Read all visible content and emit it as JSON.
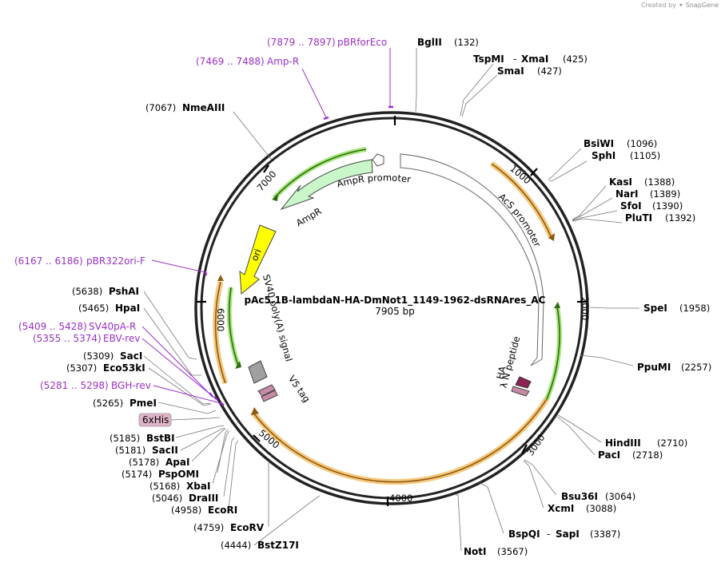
{
  "credit": {
    "prefix": "Created by",
    "brand": "SnapGene"
  },
  "plasmid": {
    "name": "pAc5.1B-lambdaN-HA-DmNot1_1149-1962-dsRNAres_AC",
    "length": "7905 bp",
    "length_bp": 7905
  },
  "ticks": [
    "1000",
    "2000",
    "3000",
    "4000",
    "5000",
    "6000",
    "7000"
  ],
  "features": [
    {
      "label": "AmpR promoter"
    },
    {
      "label": "AmpR"
    },
    {
      "label": "ori"
    },
    {
      "label": "SV40 poly(A) signal"
    },
    {
      "label": "V5 tag"
    },
    {
      "label": "AcS promoter"
    },
    {
      "label": "λ N peptide"
    },
    {
      "label": "HA"
    }
  ],
  "sites": [
    {
      "name": "BglII",
      "pos": "(132)"
    },
    {
      "name": "TspMI",
      "sep": "-",
      "name2": "XmaI",
      "pos": "(425)"
    },
    {
      "name": "SmaI",
      "pos": "(427)"
    },
    {
      "name": "BsiWI",
      "pos": "(1096)"
    },
    {
      "name": "SphI",
      "pos": "(1105)"
    },
    {
      "name": "KasI",
      "pos": "(1388)"
    },
    {
      "name": "NarI",
      "pos": "(1389)"
    },
    {
      "name": "SfoI",
      "pos": "(1390)"
    },
    {
      "name": "PluTI",
      "pos": "(1392)"
    },
    {
      "name": "SpeI",
      "pos": "(1958)"
    },
    {
      "name": "PpuMI",
      "pos": "(2257)"
    },
    {
      "name": "HindIII",
      "pos": "(2710)"
    },
    {
      "name": "PacI",
      "pos": "(2718)"
    },
    {
      "name": "Bsu36I",
      "pos": "(3064)"
    },
    {
      "name": "XcmI",
      "pos": "(3088)"
    },
    {
      "name": "BspQI",
      "sep": "-",
      "name2": "SapI",
      "pos": "(3387)"
    },
    {
      "name": "NotI",
      "pos": "(3567)"
    },
    {
      "name": "BstZ17I",
      "pos": "(4444)"
    },
    {
      "name": "EcoRV",
      "pos": "(4759)"
    },
    {
      "name": "EcoRI",
      "pos": "(4958)"
    },
    {
      "name": "DraIII",
      "pos": "(5046)"
    },
    {
      "name": "XbaI",
      "pos": "(5168)"
    },
    {
      "name": "PspOMI",
      "pos": "(5174)"
    },
    {
      "name": "ApaI",
      "pos": "(5178)"
    },
    {
      "name": "SacII",
      "pos": "(5181)"
    },
    {
      "name": "BstBI",
      "pos": "(5185)"
    },
    {
      "name": "6xHis"
    },
    {
      "name": "PmeI",
      "pos": "(5265)"
    },
    {
      "name": "Eco53kI",
      "pos": "(5307)"
    },
    {
      "name": "SacI",
      "pos": "(5309)"
    },
    {
      "name": "HpaI",
      "pos": "(5465)"
    },
    {
      "name": "PshAI",
      "pos": "(5638)"
    },
    {
      "name": "NmeAIII",
      "pos": "(7067)"
    }
  ],
  "primers": [
    {
      "range": "(7879 .. 7897)",
      "name": "pBRforEco"
    },
    {
      "range": "(7469 .. 7488)",
      "name": "Amp-R"
    },
    {
      "range": "(6167 .. 6186)",
      "name": "pBR322ori-F"
    },
    {
      "range": "(5409 .. 5428)",
      "name": "SV40pA-R"
    },
    {
      "range": "(5355 .. 5374)",
      "name": "EBV-rev"
    },
    {
      "range": "(5281 .. 5298)",
      "name": "BGH-rev"
    }
  ],
  "colors": {
    "backbone": "#222222",
    "primer": "#9b30c9",
    "orf_orange": "#f3b24a",
    "orf_green": "#7fd13b",
    "ampr": "#c9f7c9",
    "ori": "#ffff00",
    "polyA": "#a0a0a0",
    "tag": "#c88aa5",
    "ha": "#8b2252"
  }
}
